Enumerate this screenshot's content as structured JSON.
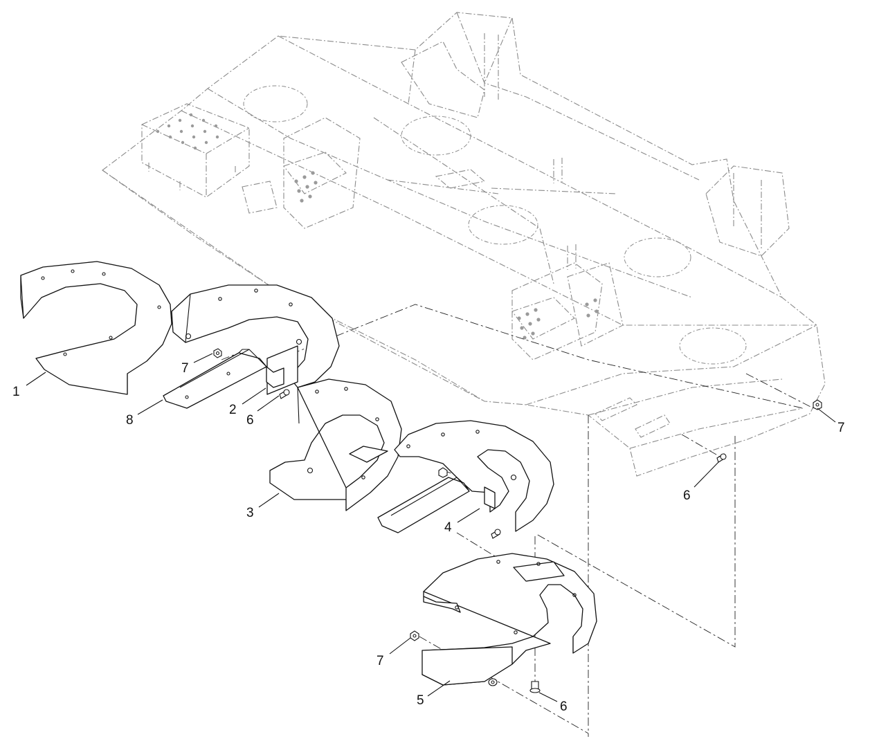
{
  "callouts": {
    "c1": "1",
    "c2": "2",
    "c3": "3",
    "c4": "4",
    "c5": "5",
    "c6a": "6",
    "c6b": "6",
    "c6c": "6",
    "c7a": "7",
    "c7b": "7",
    "c7c": "7",
    "c8": "8"
  }
}
